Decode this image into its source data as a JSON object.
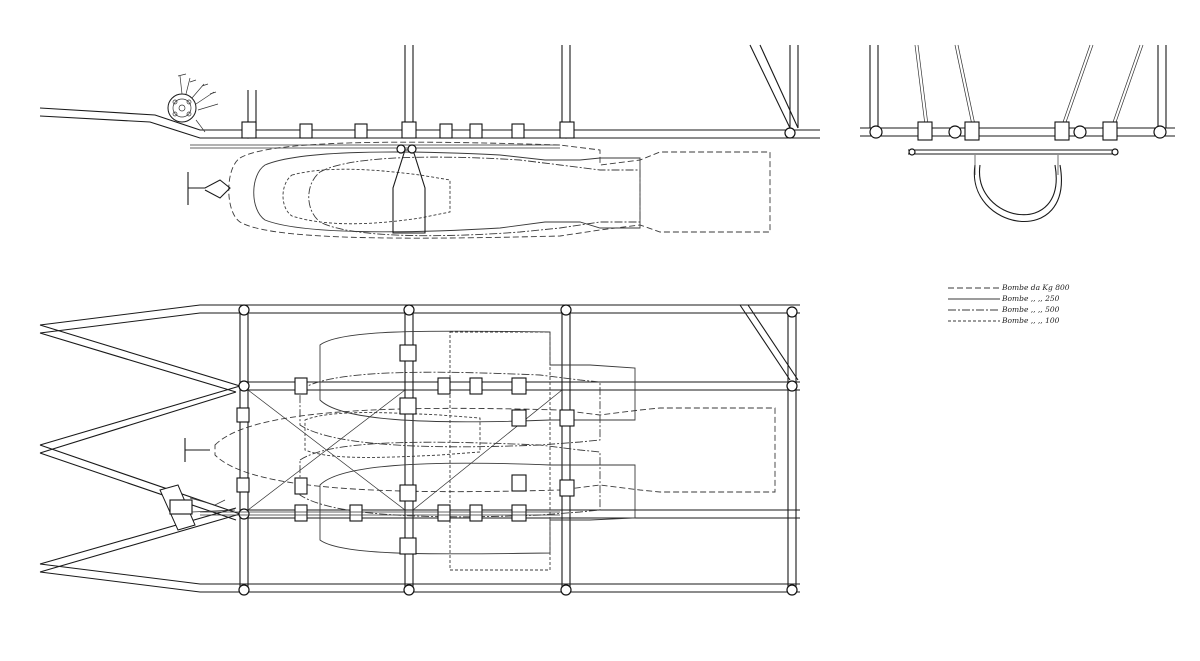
{
  "legend": {
    "items": [
      {
        "label": "Bombe da Kg 800",
        "style": "dashed"
      },
      {
        "label": "Bombe  ,,  ,, 250",
        "style": "solid"
      },
      {
        "label": "Bombe  ,,  ,, 500",
        "style": "dash-dot"
      },
      {
        "label": "Bombe  ,,  ,, 100",
        "style": "dotted"
      }
    ]
  },
  "colors": {
    "ink": "#1a1a1a",
    "paper": "#ffffff"
  }
}
